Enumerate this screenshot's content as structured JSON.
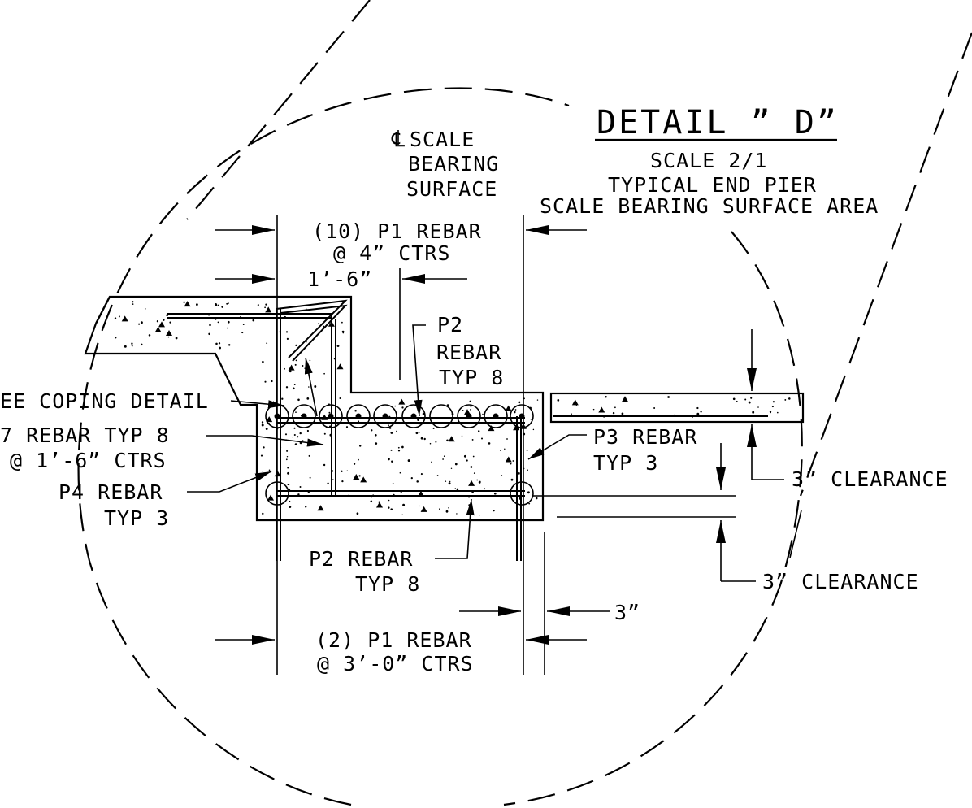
{
  "detail": {
    "title": "DETAIL ” D”",
    "scale": "SCALE 2/1",
    "subtitle_line1": "TYPICAL END PIER",
    "subtitle_line2": "SCALE BEARING SURFACE AREA"
  },
  "labels": {
    "cl_symbol": "℄",
    "scale_bearing_1": "SCALE",
    "scale_bearing_2": "BEARING",
    "scale_bearing_3": "SURFACE",
    "p1_top_1": "(10) P1 REBAR",
    "p1_top_2": "@ 4” CTRS",
    "dim_1_6": "1’-6”",
    "p2_top_1": "P2",
    "p2_top_2": "REBAR",
    "p2_top_3": "TYP 8",
    "see_coping": "EE COPING DETAIL",
    "typ8_1": "7 REBAR TYP 8",
    "typ8_2": "@ 1’-6” CTRS",
    "p4_1": "P4 REBAR",
    "p4_2": "TYP 3",
    "p3_1": "P3 REBAR",
    "p3_2": "TYP 3",
    "clearance_1": "3” CLEARANCE",
    "clearance_2": "3” CLEARANCE",
    "p2_bot_1": "P2 REBAR",
    "p2_bot_2": "TYP 8",
    "dim_3": "3”",
    "p1_bot_1": "(2) P1 REBAR",
    "p1_bot_2": "@ 3’-0” CTRS"
  }
}
